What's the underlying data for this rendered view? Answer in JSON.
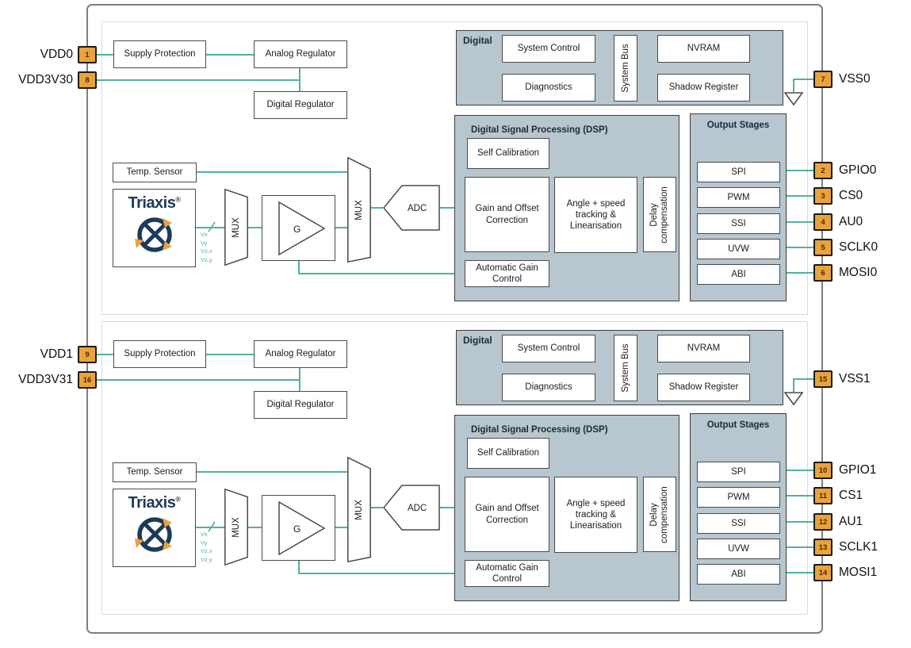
{
  "colors": {
    "teal_wire": "#4FB2A0",
    "pin_orange": "#E9A33C",
    "block_gray": "#B8C6CF",
    "logo_navy": "#1D3A5C"
  },
  "blocks": {
    "supply_protection": "Supply Protection",
    "analog_regulator": "Analog Regulator",
    "digital_regulator": "Digital Regulator",
    "temp_sensor": "Temp. Sensor",
    "triaxis": "Triaxis",
    "triaxis_reg": "®",
    "mux": "MUX",
    "gain": "G",
    "adc": "ADC",
    "digital_title": "Digital",
    "system_control": "System Control",
    "diagnostics": "Diagnostics",
    "system_bus": "System Bus",
    "nvram": "NVRAM",
    "shadow_register": "Shadow Register",
    "dsp_title": "Digital Signal Processing (DSP)",
    "self_calibration": "Self Calibration",
    "gain_offset": "Gain and Offset Correction",
    "angle_speed": "Angle + speed tracking & Linearisation",
    "delay_comp": "Delay compensation",
    "agc": "Automatic Gain Control",
    "output_stages": "Output Stages",
    "spi": "SPI",
    "pwm": "PWM",
    "ssi": "SSI",
    "uvw": "UVW",
    "abi": "ABI"
  },
  "signals": {
    "vx": "Vx",
    "vy": "Vy",
    "vzx": "Vz,x",
    "vzy": "Vz,y"
  },
  "die0": {
    "pins": {
      "vdd": {
        "num": "1",
        "label": "VDD0"
      },
      "vdd3v3": {
        "num": "8",
        "label": "VDD3V30"
      },
      "vss": {
        "num": "7",
        "label": "VSS0"
      },
      "out": [
        {
          "num": "2",
          "label": "GPIO0"
        },
        {
          "num": "3",
          "label": "CS0"
        },
        {
          "num": "4",
          "label": "AU0"
        },
        {
          "num": "5",
          "label": "SCLK0"
        },
        {
          "num": "6",
          "label": "MOSI0"
        }
      ]
    }
  },
  "die1": {
    "pins": {
      "vdd": {
        "num": "9",
        "label": "VDD1"
      },
      "vdd3v3": {
        "num": "16",
        "label": "VDD3V31"
      },
      "vss": {
        "num": "15",
        "label": "VSS1"
      },
      "out": [
        {
          "num": "10",
          "label": "GPIO1"
        },
        {
          "num": "11",
          "label": "CS1"
        },
        {
          "num": "12",
          "label": "AU1"
        },
        {
          "num": "13",
          "label": "SCLK1"
        },
        {
          "num": "14",
          "label": "MOSI1"
        }
      ]
    }
  }
}
